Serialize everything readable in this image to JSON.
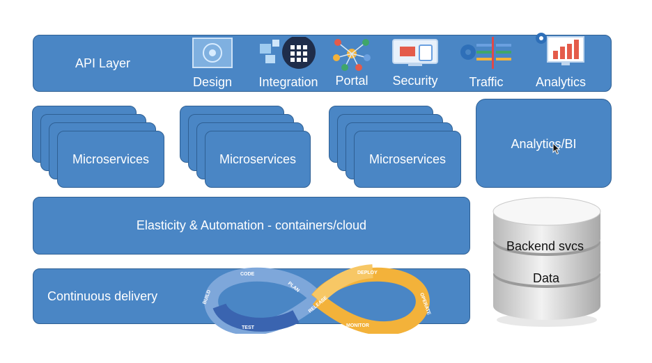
{
  "api_layer": {
    "title": "API Layer",
    "items": [
      {
        "label": "Design",
        "icon": "design-icon"
      },
      {
        "label": "Integration",
        "icon": "integration-icon"
      },
      {
        "label": "Portal",
        "icon": "portal-icon"
      },
      {
        "label": "Security",
        "icon": "security-icon"
      },
      {
        "label": "Traffic",
        "icon": "traffic-icon"
      },
      {
        "label": "Analytics",
        "icon": "analytics-icon"
      }
    ]
  },
  "microservices": [
    {
      "label": "Microservices"
    },
    {
      "label": "Microservices"
    },
    {
      "label": "Microservices"
    }
  ],
  "analytics_bi": {
    "label": "Analytics/BI"
  },
  "elasticity": {
    "label": "Elasticity & Automation - containers/cloud"
  },
  "continuous_delivery": {
    "label": "Continuous delivery",
    "loop_steps": [
      "CODE",
      "PLAN",
      "BUILD",
      "TEST",
      "RELEASE",
      "DEPLOY",
      "OPERATE",
      "MONITOR"
    ]
  },
  "database": {
    "top_label": "Backend svcs",
    "bottom_label": "Data"
  },
  "colors": {
    "box_fill": "#4a86c5",
    "box_border": "#2e5f93",
    "loop_blue": "#3f6fb5",
    "loop_yellow": "#f3b23a",
    "cylinder": "#d9d9d9"
  }
}
